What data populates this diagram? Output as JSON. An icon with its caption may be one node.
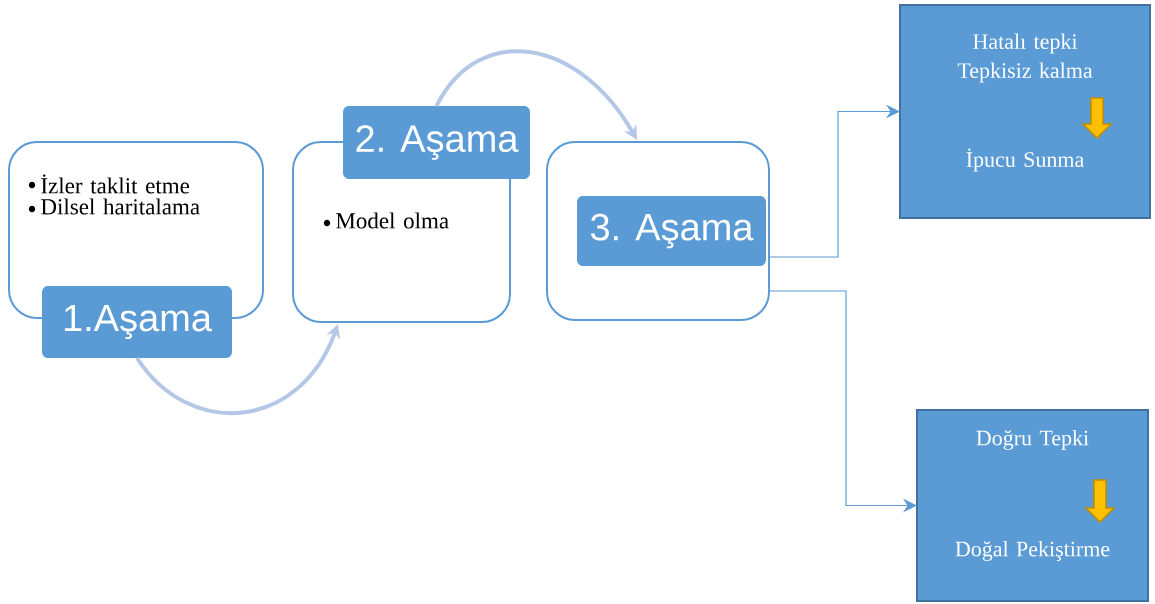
{
  "diagram": {
    "nodes": [
      {
        "text": [
          "İzler taklit etme",
          "Dilsel haritalama"
        ]
      },
      {
        "text": [
          "1.Aşama"
        ]
      },
      {
        "text": [
          "Model olma"
        ]
      },
      {
        "text": [
          "2. Aşama"
        ]
      },
      {
        "text": [],
        "shape": "box"
      },
      {
        "text": [
          "3. Aşama"
        ],
        "in": 4
      },
      {
        "text": [
          "Hatalı tepki Tepkisiz kalma",
          "İpucu Sunma"
        ]
      },
      {
        "text": [
          "Doğru Tepki",
          "Doğal Pekiştirme"
        ]
      }
    ],
    "edges": [
      {
        "from": 1,
        "to": 2,
        "arrow": "to",
        "style": "thick",
        "color": "#b4c7e7"
      },
      {
        "from": 3,
        "to": 4,
        "arrow": "to",
        "style": "thick",
        "color": "#b4c7e7"
      },
      {
        "from": 4,
        "to": 6,
        "arrow": "to"
      },
      {
        "from": 4,
        "to": 7,
        "arrow": "to"
      }
    ]
  }
}
